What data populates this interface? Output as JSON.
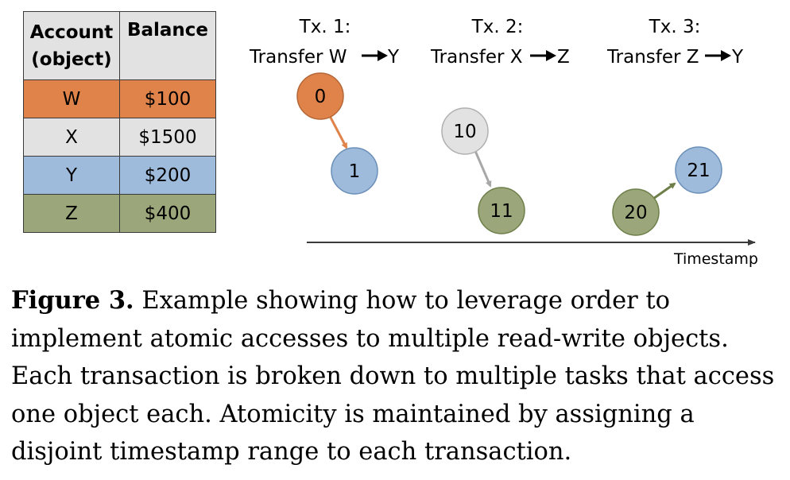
{
  "table": {
    "headers": [
      "Account (object)",
      "Balance"
    ],
    "header_lines": [
      "Account",
      "(object)"
    ],
    "rows": [
      {
        "account": "W",
        "balance": "$100",
        "color": "#e0834a"
      },
      {
        "account": "X",
        "balance": "$1500",
        "color": "#e2e2e2"
      },
      {
        "account": "Y",
        "balance": "$200",
        "color": "#9ebbdc"
      },
      {
        "account": "Z",
        "balance": "$400",
        "color": "#9ba77a"
      }
    ]
  },
  "transactions": [
    {
      "title": "Tx. 1:",
      "desc_from": "Transfer W",
      "desc_to": "Y",
      "tasks": [
        {
          "label": "0",
          "color": "#e0834a"
        },
        {
          "label": "1",
          "color": "#9ebbdc"
        }
      ],
      "arrow_color": "#e0834a"
    },
    {
      "title": "Tx. 2:",
      "desc_from": "Transfer X",
      "desc_to": "Z",
      "tasks": [
        {
          "label": "10",
          "color": "#e2e2e2"
        },
        {
          "label": "11",
          "color": "#9ba77a"
        }
      ],
      "arrow_color": "#a8a8a8"
    },
    {
      "title": "Tx. 3:",
      "desc_from": "Transfer Z",
      "desc_to": "Y",
      "tasks": [
        {
          "label": "20",
          "color": "#9ba77a"
        },
        {
          "label": "21",
          "color": "#9ebbdc"
        }
      ],
      "arrow_color": "#6e7f4a"
    }
  ],
  "axis_label": "Timestamp",
  "caption": {
    "lead": "Figure 3.",
    "text": " Example showing how to leverage order to implement atomic accesses to multiple read-write objects. Each transaction is broken down to multiple tasks that access one object each. Atomicity is maintained by assigning a disjoint timestamp range to each transaction."
  }
}
